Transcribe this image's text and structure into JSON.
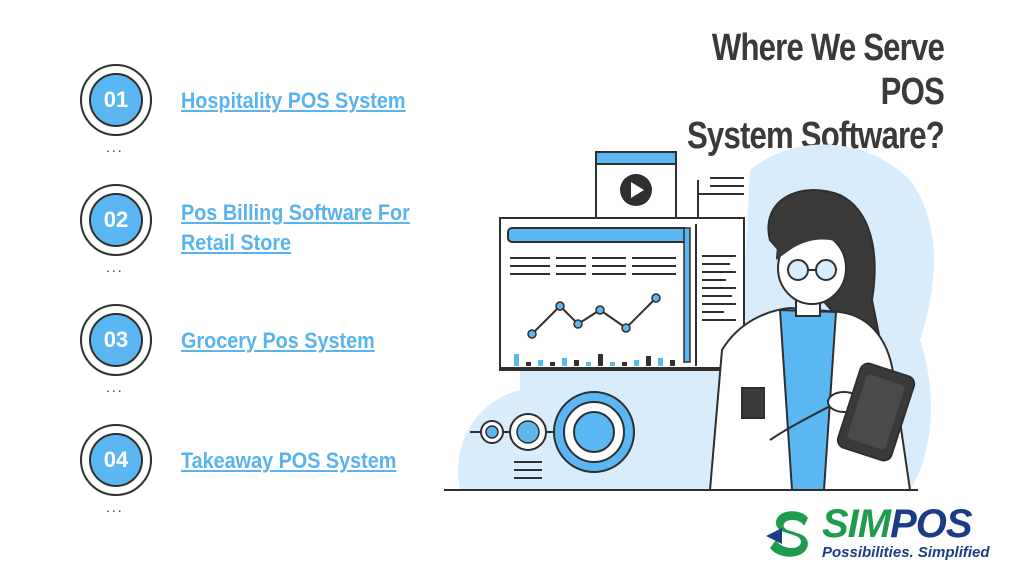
{
  "title": {
    "line1": "Where We Serve POS",
    "line2": "System Software?"
  },
  "items": [
    {
      "number": "01",
      "label": "Hospitality POS System"
    },
    {
      "number": "02",
      "label_line1": "Pos Billing Software For",
      "label_line2": "Retail Store"
    },
    {
      "number": "03",
      "label": "Grocery Pos System"
    },
    {
      "number": "04",
      "label": "Takeaway POS System"
    }
  ],
  "dots": "...",
  "logo": {
    "sim": "SIM",
    "pos": "POS",
    "tagline": "Possibilities. Simplified"
  },
  "colors": {
    "accent": "#5bb7f2",
    "title": "#3a3a3a",
    "logo_green": "#1f9b4f",
    "logo_blue": "#1c3b86",
    "illustration_bg": "#d9ecfb"
  }
}
